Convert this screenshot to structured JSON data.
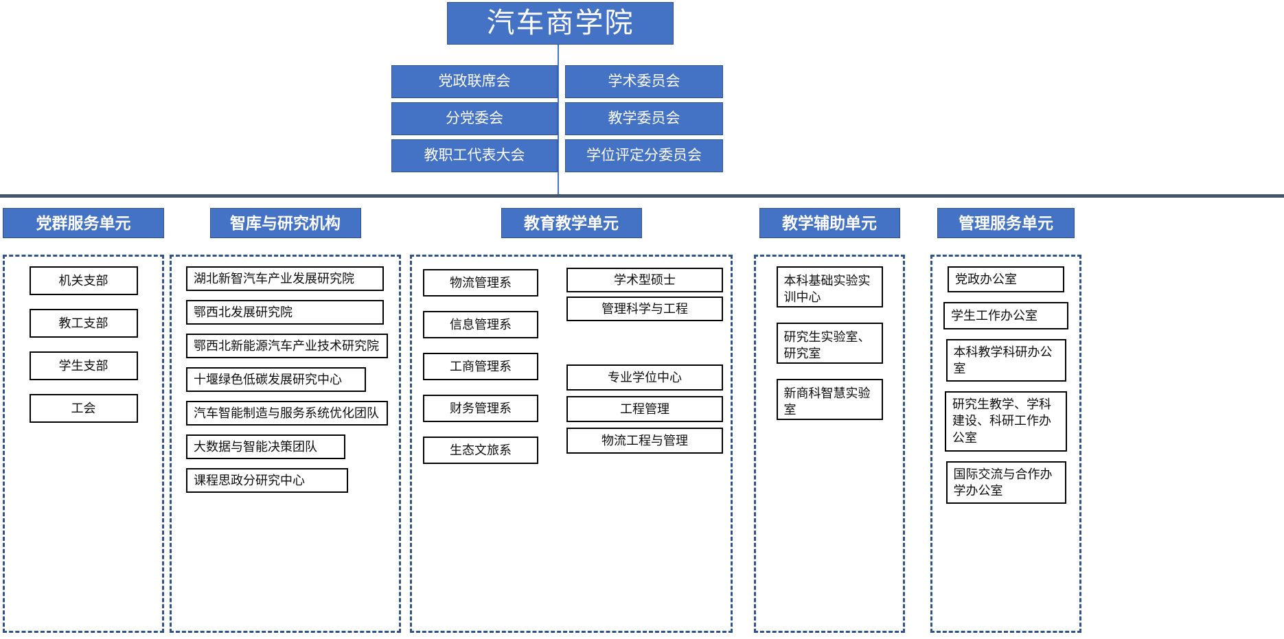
{
  "root": {
    "title": "汽车商学院"
  },
  "committees": {
    "left": [
      {
        "label": "党政联席会"
      },
      {
        "label": "分党委会"
      },
      {
        "label": "教职工代表大会"
      }
    ],
    "right": [
      {
        "label": "学术委员会"
      },
      {
        "label": "教学委员会"
      },
      {
        "label": "学位评定分委员会"
      }
    ]
  },
  "units": [
    {
      "id": "dangqun",
      "header": "党群服务单元",
      "items": [
        {
          "label": "机关支部"
        },
        {
          "label": "教工支部"
        },
        {
          "label": "学生支部"
        },
        {
          "label": "工会"
        }
      ]
    },
    {
      "id": "zhiku",
      "header": "智库与研究机构",
      "items": [
        {
          "label": "湖北新智汽车产业发展研究院"
        },
        {
          "label": "鄂西北发展研究院"
        },
        {
          "label": "鄂西北新能源汽车产业技术研究院"
        },
        {
          "label": "十堰绿色低碳发展研究中心"
        },
        {
          "label": "汽车智能制造与服务系统优化团队"
        },
        {
          "label": "大数据与智能决策团队"
        },
        {
          "label": "课程思政分研究中心"
        }
      ]
    },
    {
      "id": "jiaoyu",
      "header": "教育教学单元",
      "departments": [
        {
          "label": "物流管理系"
        },
        {
          "label": "信息管理系"
        },
        {
          "label": "工商管理系"
        },
        {
          "label": "财务管理系"
        },
        {
          "label": "生态文旅系"
        }
      ],
      "academic_degree": [
        {
          "label": "学术型硕士"
        },
        {
          "label": "管理科学与工程"
        }
      ],
      "professional_degree": [
        {
          "label": "专业学位中心"
        },
        {
          "label": "工程管理"
        },
        {
          "label": "物流工程与管理"
        }
      ]
    },
    {
      "id": "fuzhu",
      "header": "教学辅助单元",
      "items": [
        {
          "label": "本科基础实验实训中心"
        },
        {
          "label": "研究生实验室、研究室"
        },
        {
          "label": "新商科智慧实验室"
        }
      ]
    },
    {
      "id": "guanli",
      "header": "管理服务单元",
      "items": [
        {
          "label": "党政办公室"
        },
        {
          "label": "学生工作办公室"
        },
        {
          "label": "本科教学科研办公室"
        },
        {
          "label": "研究生教学、学科建设、科研工作办公室"
        },
        {
          "label": "国际交流与合作办学办公室"
        }
      ]
    }
  ],
  "colors": {
    "accent_blue": "#4472C4",
    "accent_blue_dark": "#2F528F",
    "bus_line": "#44546A",
    "box_border": "#000000"
  }
}
